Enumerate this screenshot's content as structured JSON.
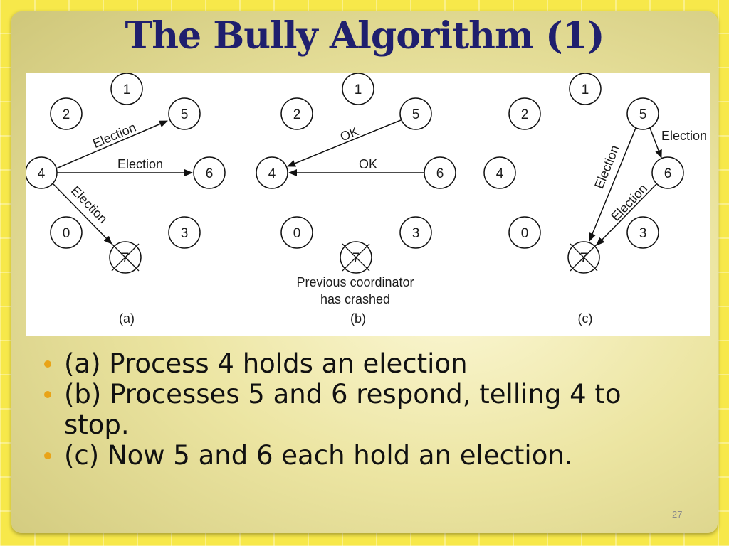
{
  "slide": {
    "title": "The Bully Algorithm (1)",
    "page_number": "27"
  },
  "figure": {
    "panels": [
      {
        "caption": "(a)"
      },
      {
        "caption": "(b)"
      },
      {
        "caption": "(c)"
      }
    ],
    "nodes": [
      "1",
      "2",
      "5",
      "4",
      "6",
      "0",
      "3",
      "7"
    ],
    "labels": {
      "election": "Election",
      "ok": "OK",
      "crashed_line1": "Previous coordinator",
      "crashed_line2": "has crashed"
    }
  },
  "bullets": [
    "(a) Process 4 holds an election",
    "(b) Processes 5 and 6 respond, telling 4 to stop.",
    "(c) Now 5 and 6 each hold an election."
  ]
}
